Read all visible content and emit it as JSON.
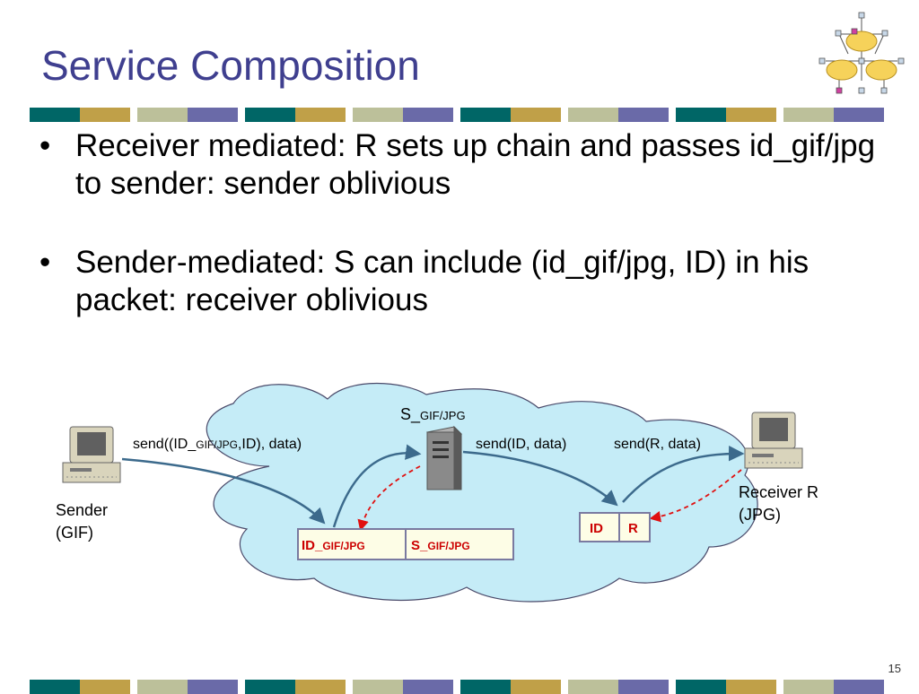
{
  "slide": {
    "title": "Service Composition",
    "page_number": "15"
  },
  "bullets": [
    "Receiver mediated: R sets up chain and passes id_gif/jpg to sender: sender oblivious",
    "Sender-mediated: S can include (id_gif/jpg, ID) in his packet: receiver oblivious"
  ],
  "diagram": {
    "sender_label_line1": "Sender",
    "sender_label_line2": "(GIF)",
    "receiver_label_line1": "Receiver R",
    "receiver_label_line2": "(JPG)",
    "server_label_main": "S_",
    "server_label_sub": "GIF/JPG",
    "send1_pre": "send((ID_",
    "send1_sub": "GIF/JPG",
    "send1_post": ",ID), data)",
    "send2": "send(ID, data)",
    "send3": "send(R, data)",
    "packet1_cell1_main": "ID_",
    "packet1_cell1_sub": "GIF/JPG",
    "packet1_cell2_main": "S_",
    "packet1_cell2_sub": "GIF/JPG",
    "packet2_cell1": "ID",
    "packet2_cell2": "R"
  },
  "colors": {
    "title": "#3f3f8f",
    "cloud_fill": "#c5ecf7",
    "cloud_stroke": "#4a4a6a",
    "arrow": "#3c6a8c",
    "dashed_arrow": "#e01010",
    "packet_text": "#cc0000",
    "packet_fill": "#fdfde6",
    "packet_border": "#7a7aa0",
    "stripe": [
      "#006666",
      "#c0a048",
      "#bcc09a",
      "#6a6aa8"
    ]
  }
}
